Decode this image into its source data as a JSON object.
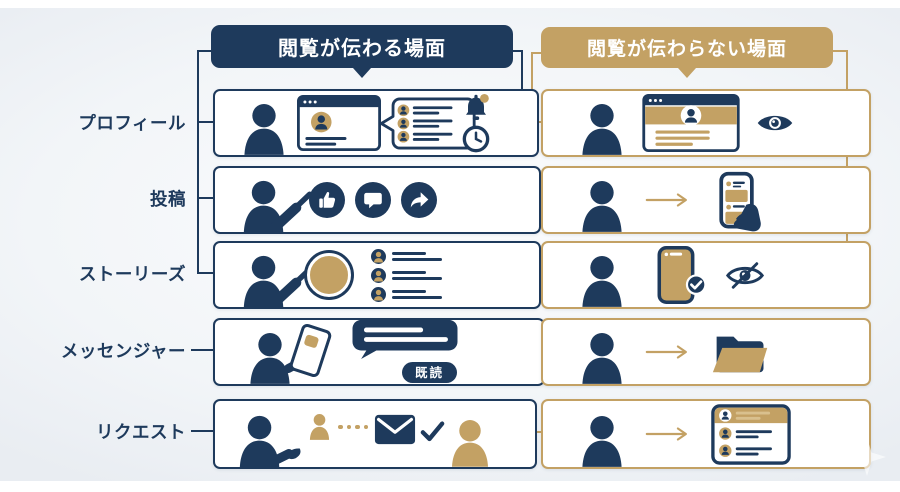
{
  "headers": {
    "aware": "閲覧が伝わる場面",
    "unaware": "閲覧が伝わらない場面"
  },
  "rows": [
    {
      "label": "プロフィール",
      "aware_icons": [
        "person",
        "profile-window",
        "viewers-list-bubble",
        "notification-bell",
        "clock"
      ],
      "unaware_icons": [
        "person",
        "profile-page-window",
        "eye"
      ]
    },
    {
      "label": "投稿",
      "aware_icons": [
        "person-pointing",
        "like-button",
        "comment-button",
        "share-button"
      ],
      "unaware_icons": [
        "person",
        "arrow-right",
        "phone-in-hand"
      ]
    },
    {
      "label": "ストーリーズ",
      "aware_icons": [
        "person-pointing",
        "story-ring",
        "viewers-list"
      ],
      "unaware_icons": [
        "person",
        "phone-with-check",
        "eye-off"
      ]
    },
    {
      "label": "メッセンジャー",
      "aware_icons": [
        "person-holding-phone",
        "chat-bubble"
      ],
      "aware_badge": "既読",
      "unaware_icons": [
        "person",
        "arrow-right",
        "open-folder"
      ]
    },
    {
      "label": "リクエスト",
      "aware_icons": [
        "person-presenting",
        "mini-person",
        "dotted-flow",
        "envelope",
        "checkmark",
        "person-gold"
      ],
      "unaware_icons": [
        "person",
        "arrow-right",
        "request-list-card"
      ]
    }
  ],
  "colors": {
    "navy": "#1e3a5c",
    "gold": "#c3a164",
    "gold_light": "#d9c08e",
    "background": "#f1f4f7",
    "panel": "#ffffff"
  }
}
